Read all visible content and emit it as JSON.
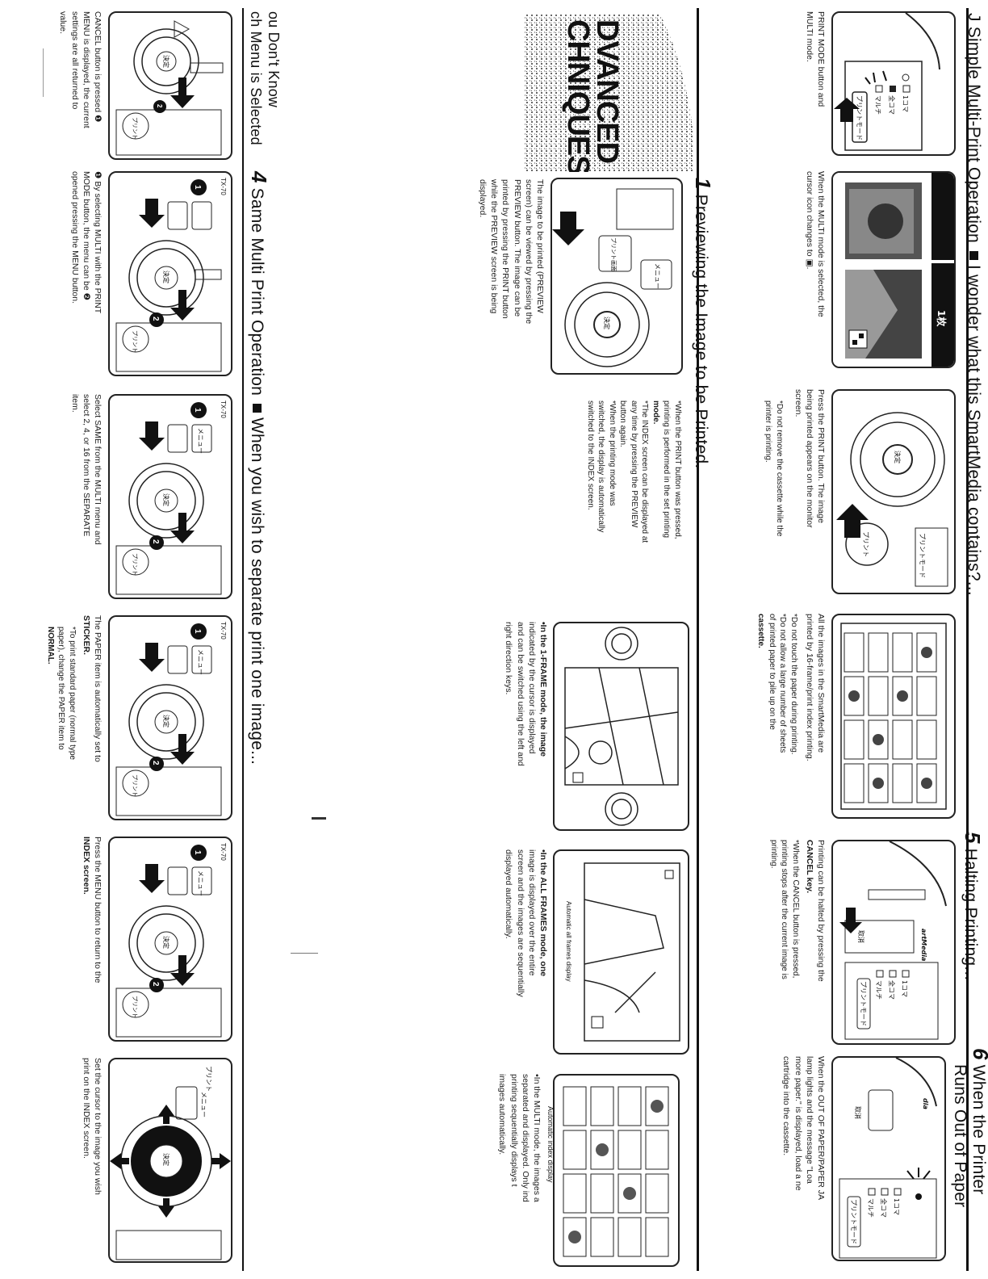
{
  "banner": {
    "line1": "DVANCED",
    "line2": "CHNIQUES"
  },
  "sections": {
    "s_simple": {
      "title": "J Simple Multi-Print Operation",
      "subtitle": "I wonder what this SmartMedia contains?..."
    },
    "s_halt": {
      "number": "5",
      "title": "Halting Printing..."
    },
    "s_out": {
      "number": "6",
      "title_line1": "When the Printer",
      "title_line2": "Runs Out of Paper"
    },
    "s_preview": {
      "number": "1",
      "title": "Previewing the Image to be Printed."
    },
    "s_dont": {
      "line1": "ou Don't Know",
      "line2": "ch Menu is Selected"
    },
    "s_same": {
      "number": "4",
      "title": "Same Multi Print Operation",
      "subtitle": "When you wish to separate print one image..."
    }
  },
  "captions": {
    "top_1": [
      "PRINT MODE button and",
      "MULTI mode."
    ],
    "top_2": [
      "When the MULTI mode is selected, the",
      "cursor icon changes to"
    ],
    "top_3": [
      "Press the PRINT button. The image",
      "being printed appears on the monitor",
      "screen."
    ],
    "top_3_note": [
      "*Do not remove the cassette while the",
      "printer is printing."
    ],
    "top_4": [
      "All the images in the SmartMedia are",
      "printed by 16-frame/print index printing."
    ],
    "top_4_note1": "*Do not touch the paper during printing.",
    "top_4_note2": [
      "*Do not allow a large number of sheets",
      "of printed paper to pile up on the",
      "cassette."
    ],
    "top_5": [
      "Printing can be halted by pressing the",
      "CANCEL key."
    ],
    "top_5_note": [
      "*When the CANCEL button is pressed,",
      "printing stops after the current image is",
      "printing."
    ],
    "top_6": [
      "When the OUT OF PAPER/PAPER JA",
      "lamp lights and the message \"Loa",
      "more paper.\" is displayed, load a ne",
      "cartridge into the cassette."
    ],
    "mid_1": [
      "The image to be printed (PREVIEW",
      "screen) can be viewed by pressing the",
      "PREVIEW button. The image can be",
      "printed by pressing the PRINT button",
      "while the PREVIEW screen is being",
      "displayed."
    ],
    "mid_1_notes": [
      "*When the PRINT button was pressed,",
      "printing is performed in the set printing",
      "mode.",
      "*The INDEX screen can be displayed at",
      "any time by pressing the PREVIEW",
      "button again.",
      "*When the printing mode was",
      "switched, the display is automatically",
      "switched to the INDEX screen."
    ],
    "mid_3": [
      "•In the 1-FRAME mode, the image",
      "indicated by the cursor is displayed",
      "and can be switched using the left and",
      "right direction keys."
    ],
    "mid_4": [
      "•In the ALL FRAMES mode, one",
      "image is displayed over the entire",
      "screen and the images are sequentially",
      "displayed automatically."
    ],
    "mid_4_label": "Automatic all frames display",
    "mid_5": [
      "•In the MULTI mode, the images a",
      "separated and displayed. Only ind",
      "printing sequentially displays t",
      "images automatically."
    ],
    "mid_5_label": "Automatic index display",
    "bot_1": [
      "CANCEL button is pressed",
      "MENU is displayed, the current",
      "settings are all returned to",
      "value."
    ],
    "bot_2": [
      "By selecting MULTI with the PRINT",
      "MODE button, the menu can be",
      "opened pressing the MENU button."
    ],
    "bot_3": [
      "Select SAME from the MULTI menu and",
      "select 2, 4, or 16 from the SEPARATE",
      "item."
    ],
    "bot_4": [
      "The PAPER item is automatically set to",
      "STICKER."
    ],
    "bot_4_note": [
      "*To print standard paper (normal type",
      "paper), change the PAPER item to",
      "NORMAL."
    ],
    "bot_5": [
      "Press the MENU button to return to the",
      "INDEX screen."
    ],
    "bot_6": [
      "Set the cursor to the image you wish",
      "print on the INDEX screen."
    ]
  },
  "panel_labels": {
    "frame1": "1コマ",
    "all": "全コマ",
    "multi": "マルチ",
    "print_mode": "プリントモード",
    "print": "プリント",
    "enter": "決定",
    "menu": "メニュー",
    "cancel": "取消",
    "preview": "プリント画面",
    "model": "TX-70",
    "screen_count": "1枚"
  }
}
